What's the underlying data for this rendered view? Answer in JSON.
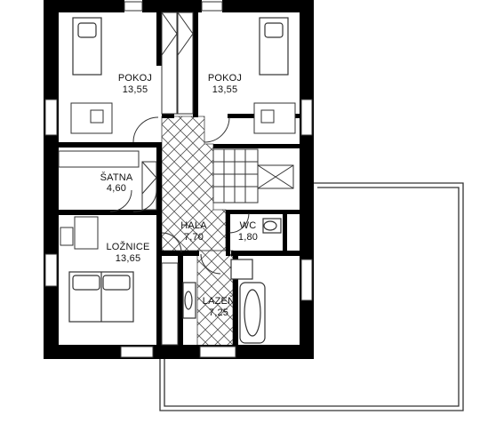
{
  "rooms": [
    {
      "id": "pokoj-left",
      "name": "POKOJ",
      "area": "13,55"
    },
    {
      "id": "pokoj-right",
      "name": "POKOJ",
      "area": "13,55"
    },
    {
      "id": "satna",
      "name": "ŠATNA",
      "area": "4,60"
    },
    {
      "id": "hala",
      "name": "HALA",
      "area": "7,70"
    },
    {
      "id": "wc",
      "name": "WC",
      "area": "1,80"
    },
    {
      "id": "loznice",
      "name": "LOŽNICE",
      "area": "13,65"
    },
    {
      "id": "lazen",
      "name": "LAZEŇ",
      "area": "7,25"
    }
  ],
  "colors": {
    "wall": "#000000",
    "line": "#222222",
    "hatch": "#555555",
    "background": "#ffffff"
  }
}
